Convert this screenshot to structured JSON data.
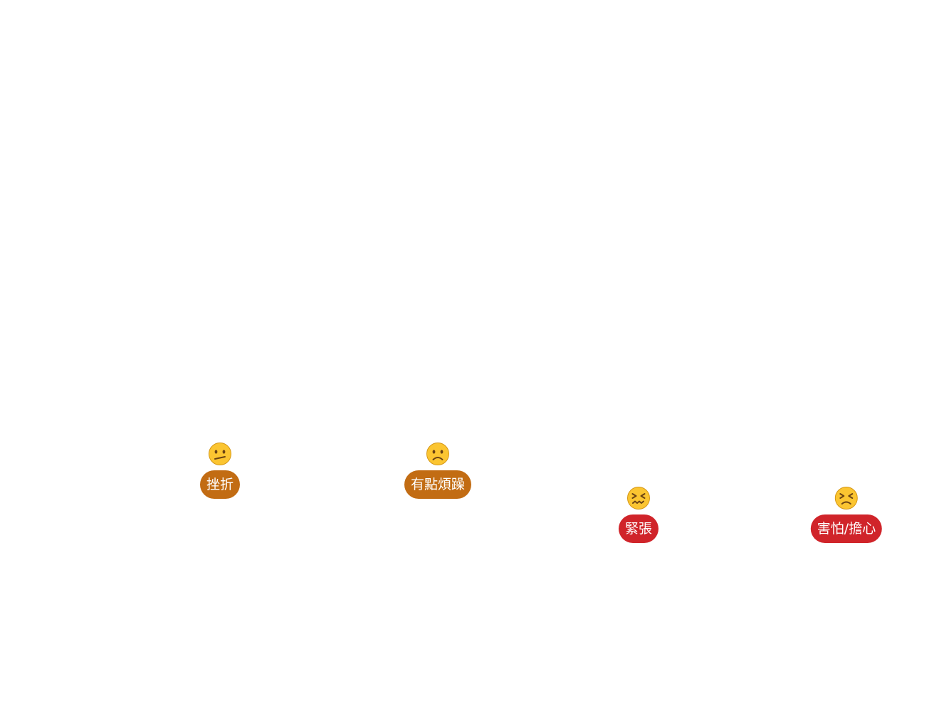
{
  "colors": {
    "orange": "#c26c13",
    "red": "#d0242a",
    "face_fill": "#fbc531",
    "face_stroke": "#d59716",
    "face_feature": "#6b4313"
  },
  "emotions": [
    {
      "label": "挫折",
      "icon": "confused-face-icon",
      "color_key": "orange"
    },
    {
      "label": "有點煩躁",
      "icon": "slightly-frowning-face-icon",
      "color_key": "orange"
    },
    {
      "label": "緊張",
      "icon": "confounded-face-icon",
      "color_key": "red"
    },
    {
      "label": "害怕/擔心",
      "icon": "persevering-face-icon",
      "color_key": "red"
    }
  ]
}
